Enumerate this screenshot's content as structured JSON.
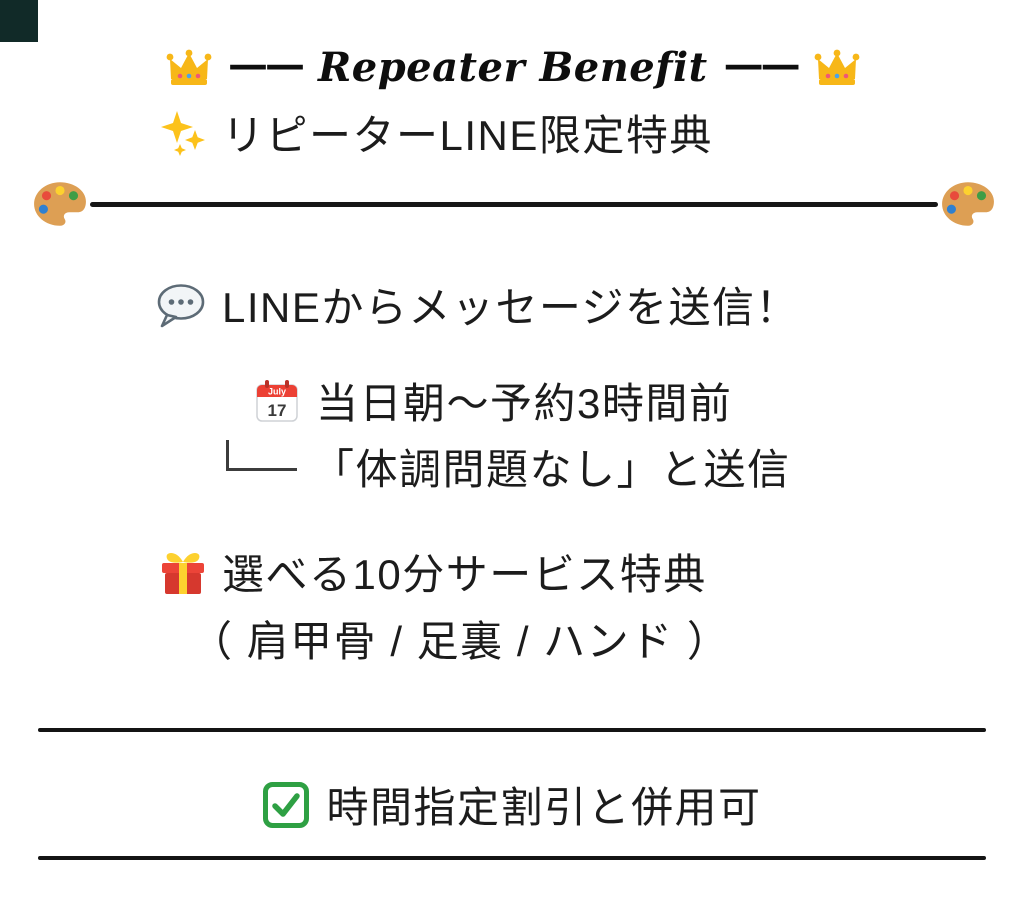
{
  "page": {
    "background": "#ffffff",
    "text_color": "#1c1c1c",
    "divider_color": "#141414",
    "corner_square_color": "#112a28"
  },
  "header": {
    "title": "Repeater Benefit",
    "dash": "——",
    "subtitle": "リピーターLINE限定特典"
  },
  "icons": {
    "crown": "👑",
    "sparkles": "✨",
    "palette": "🎨",
    "speech_balloon": "💬",
    "calendar": "📅",
    "calendar_month": "July",
    "calendar_day": "17",
    "gift": "🎁",
    "check": "✅"
  },
  "steps": {
    "send_message": "LINEからメッセージを送信！",
    "timing": "当日朝～予約3時間前",
    "send_text": "「体調問題なし」と送信",
    "service_benefit": "選べる10分サービス特典",
    "service_options": "（ 肩甲骨 / 足裏 / ハンド ）"
  },
  "footer": {
    "note": "時間指定割引と併用可"
  }
}
